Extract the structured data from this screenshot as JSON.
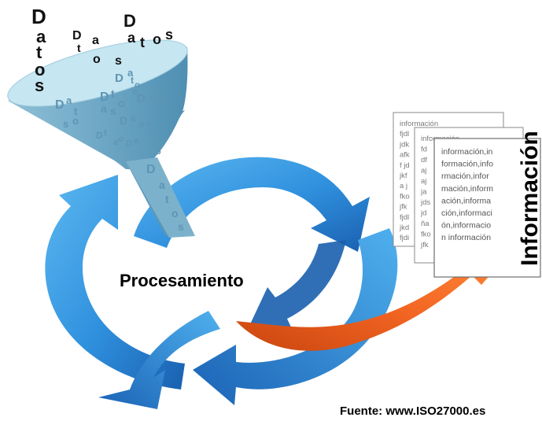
{
  "datos_letters": [
    "D",
    "a",
    "t",
    "o",
    "s"
  ],
  "funnel_word": "Datos",
  "procesamiento_label": "Procesamiento",
  "informacion_label": "Información",
  "documents": {
    "back": [
      "información",
      "fjdl",
      "jdk",
      "afk",
      "f jd",
      "jkf",
      "a j",
      "fko",
      "jfk",
      "fjdl",
      "jkd",
      "fjdi"
    ],
    "middle": [
      "información",
      "fd",
      "df",
      "aj",
      "aj",
      "ja",
      "jds",
      "jd",
      "ña",
      "fko",
      "jfk"
    ],
    "front": [
      "información,in",
      "formación,info",
      "rmación,infor",
      "mación,inform",
      "ación,informa",
      "ción,informaci",
      "ón,informacio",
      "n información"
    ]
  },
  "source": "Fuente: www.ISO27000.es",
  "colors": {
    "arrow_light": "#2f9be6",
    "arrow_dark": "#1a6fc0",
    "funnel_top": "#bfe3ef",
    "funnel_body": "#7fb5cf",
    "output_arrow": "#f26522"
  }
}
